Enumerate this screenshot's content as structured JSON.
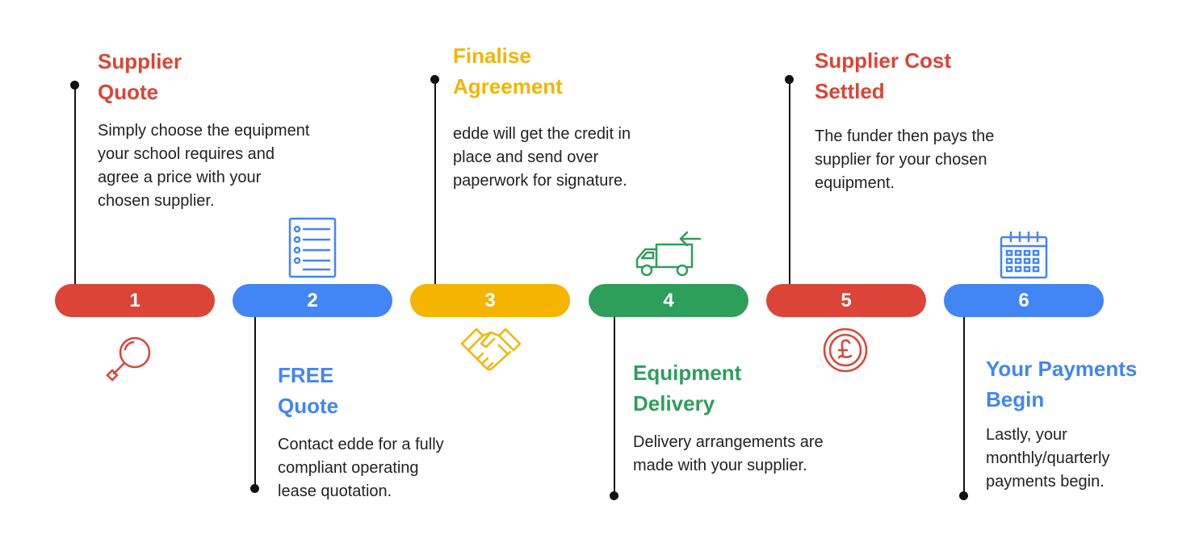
{
  "colors": {
    "red": "#DB4437",
    "blue": "#4285F4",
    "yellow": "#F4B400",
    "green": "#2E9E5B",
    "dark": "#111111"
  },
  "steps": [
    {
      "number": "1",
      "title_lines": [
        "Supplier",
        "Quote"
      ],
      "desc_lines": [
        "Simply choose the equipment",
        "your school requires and",
        "agree a price with your",
        "chosen supplier."
      ],
      "icon": "magnifying-glass-icon",
      "color": "red"
    },
    {
      "number": "2",
      "title_lines": [
        "FREE",
        "Quote"
      ],
      "desc_lines": [
        "Contact edde for a fully",
        "compliant operating",
        "lease quotation."
      ],
      "icon": "document-list-icon",
      "color": "blue"
    },
    {
      "number": "3",
      "title_lines": [
        "Finalise",
        "Agreement"
      ],
      "desc_lines": [
        "edde will get the credit in",
        "place and send over",
        "paperwork for signature."
      ],
      "icon": "handshake-icon",
      "color": "yellow"
    },
    {
      "number": "4",
      "title_lines": [
        "Equipment",
        "Delivery"
      ],
      "desc_lines": [
        "Delivery arrangements are",
        "made with your supplier."
      ],
      "icon": "delivery-truck-icon",
      "color": "green"
    },
    {
      "number": "5",
      "title_lines": [
        "Supplier Cost",
        "Settled"
      ],
      "desc_lines": [
        "The funder then pays the",
        "supplier for your chosen",
        "equipment."
      ],
      "icon": "pound-coin-icon",
      "color": "red"
    },
    {
      "number": "6",
      "title_lines": [
        "Your Payments",
        "Begin"
      ],
      "desc_lines": [
        "Lastly, your",
        "monthly/quarterly",
        "payments begin."
      ],
      "icon": "calendar-icon",
      "color": "blue"
    }
  ]
}
